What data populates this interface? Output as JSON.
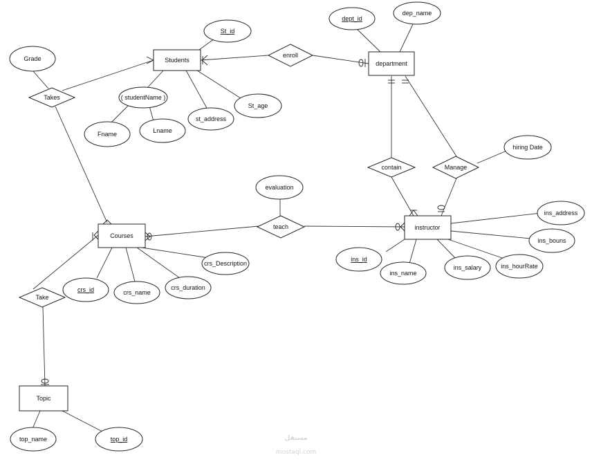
{
  "entities": {
    "students": "Students",
    "department": "department",
    "courses": "Courses",
    "instructor": "instructor",
    "topic": "Topic"
  },
  "relationships": {
    "enroll": "enroll",
    "takes": "Takes",
    "contain": "contain",
    "manage": "Manage",
    "teach": "teach",
    "take": "Take"
  },
  "attributes": {
    "st_id": "St_id",
    "grade": "Grade",
    "student_name": "( studentName )",
    "fname": "Fname",
    "lname": "Lname",
    "st_address": "st_address",
    "st_age": "St_age",
    "dept_id": "dept_id",
    "dep_name": "dep_name",
    "hiring_date": "hiring Date",
    "evaluation": "evaluation",
    "ins_address": "ins_address",
    "ins_bouns": "ins_bouns",
    "ins_id": "ins_id",
    "ins_name": "ins_name",
    "ins_salary": "ins_salary",
    "ins_hour_rate": "ins_hourRate",
    "crs_description": "crs_Description",
    "crs_id": "crs_id",
    "crs_name": "crs_name",
    "crs_duration": "crs_duration",
    "top_name": "top_name",
    "top_id": "top_id"
  },
  "watermark": {
    "arabic": "مستقل",
    "latin": "mostaql.com"
  }
}
